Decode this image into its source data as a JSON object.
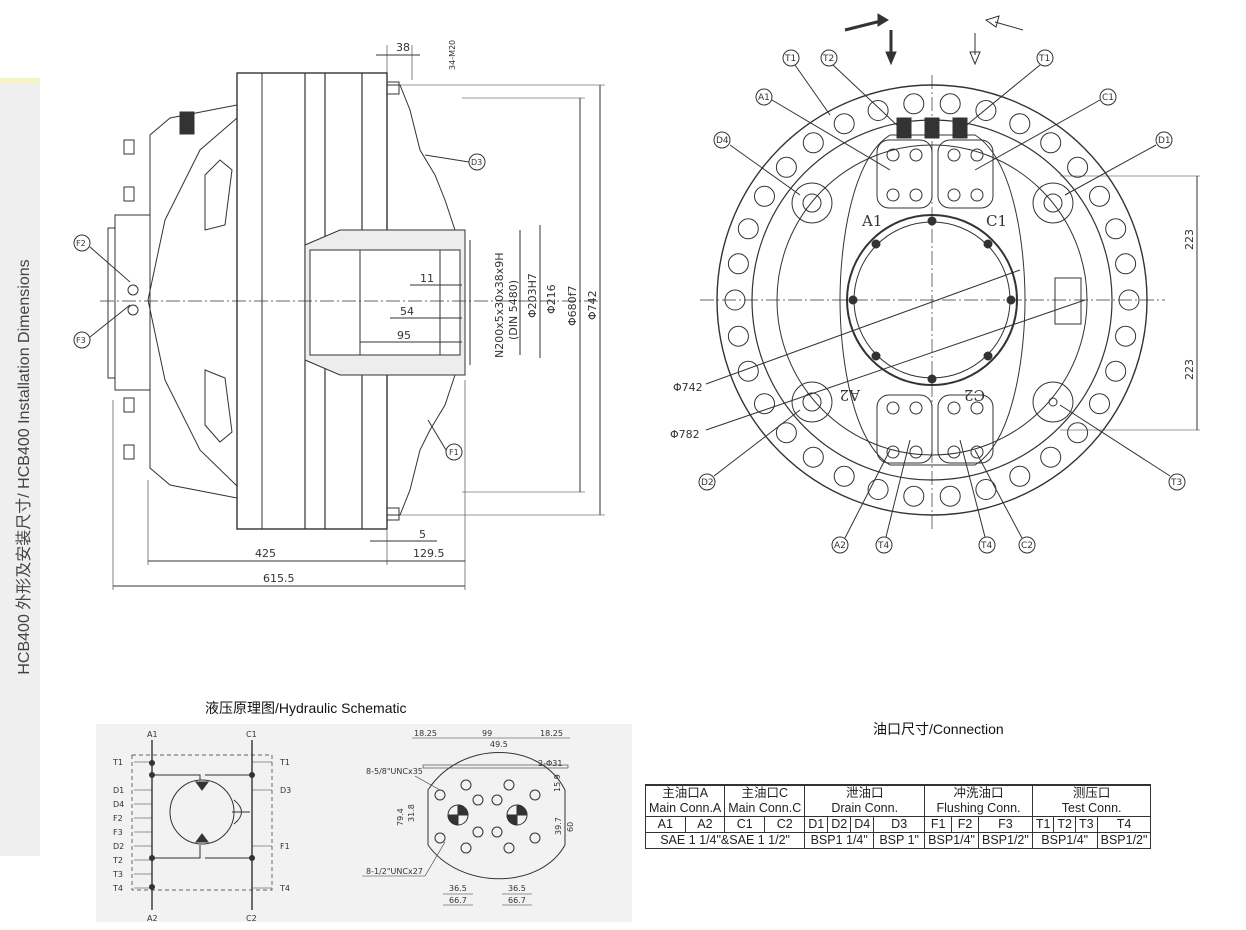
{
  "page": {
    "side_title": "HCB400 外形及安装尺寸/ HCB400 Installation Dimensions"
  },
  "side_view": {
    "dims": {
      "d38": "38",
      "m20": "34-M20",
      "d11": "11",
      "d54": "54",
      "d95": "95",
      "spline": "N200x5x30x38x9H",
      "din": "(DIN 5480)",
      "d203": "Φ203H7",
      "d216": "Φ216",
      "d680": "Φ680f7",
      "d742": "Φ742",
      "d5": "5",
      "d425": "425",
      "d1295": "129.5",
      "d6155": "615.5"
    },
    "ports": {
      "f2": "F2",
      "f3": "F3",
      "d3": "D3",
      "f1": "F1"
    }
  },
  "front_view": {
    "ports": {
      "t1a": "T1",
      "t2": "T2",
      "t1b": "T1",
      "a1": "A1",
      "c1": "C1",
      "d4": "D4",
      "d1": "D1",
      "d2": "D2",
      "t3": "T3",
      "a2": "A2",
      "t4a": "T4",
      "t4b": "T4",
      "c2": "C2"
    },
    "face_labels": {
      "a1": "A1",
      "c1": "C1",
      "a2": "A2",
      "c2": "C2"
    },
    "dims": {
      "d742": "Φ742",
      "d782": "Φ782",
      "d223a": "223",
      "d223b": "223"
    }
  },
  "schematic": {
    "title": "液压原理图/Hydraulic Schematic",
    "left_labels": [
      "T1",
      "D1",
      "D4",
      "F2",
      "F3",
      "D2",
      "T2",
      "T3",
      "T4"
    ],
    "right_labels": [
      "T1",
      "D3",
      "F1",
      "T4"
    ],
    "top_a": "A1",
    "top_c": "C1",
    "bottom_a": "A2",
    "bottom_c": "C2",
    "flange_dims": {
      "w1825a": "18.25",
      "w99": "99",
      "w1825b": "18.25",
      "w495": "49.5",
      "holes_top": "8-5/8\"UNCx35",
      "holes_bot": "8-1/2\"UNCx27",
      "d31": "2-Φ31",
      "h159": "15.9",
      "h794": "79.4",
      "h318": "31.8",
      "h397": "39.7",
      "h60": "60",
      "w365a": "36.5",
      "w365b": "36.5",
      "w667a": "66.7",
      "w667b": "66.7"
    }
  },
  "connection": {
    "title": "油口尺寸/Connection",
    "groups": [
      {
        "cn": "主油口A",
        "en": "Main Conn.A"
      },
      {
        "cn": "主油口C",
        "en": "Main Conn.C"
      },
      {
        "cn": "泄油口",
        "en": "Drain Conn."
      },
      {
        "cn": "冲洗油口",
        "en": "Flushing Conn."
      },
      {
        "cn": "测压口",
        "en": "Test Conn."
      }
    ],
    "ports": [
      "A1",
      "A2",
      "C1",
      "C2",
      "D1",
      "D2",
      "D4",
      "D3",
      "F1",
      "F2",
      "F3",
      "T1",
      "T2",
      "T3",
      "T4"
    ],
    "values": {
      "main": "SAE 1 1/4\"&SAE 1 1/2\"",
      "drain_a": "BSP1 1/4\"",
      "drain_b": "BSP 1\"",
      "flush_a": "BSP1/4\"",
      "flush_b": "BSP1/2\"",
      "test_a": "BSP1/4\"",
      "test_b": "BSP1/2\""
    }
  }
}
